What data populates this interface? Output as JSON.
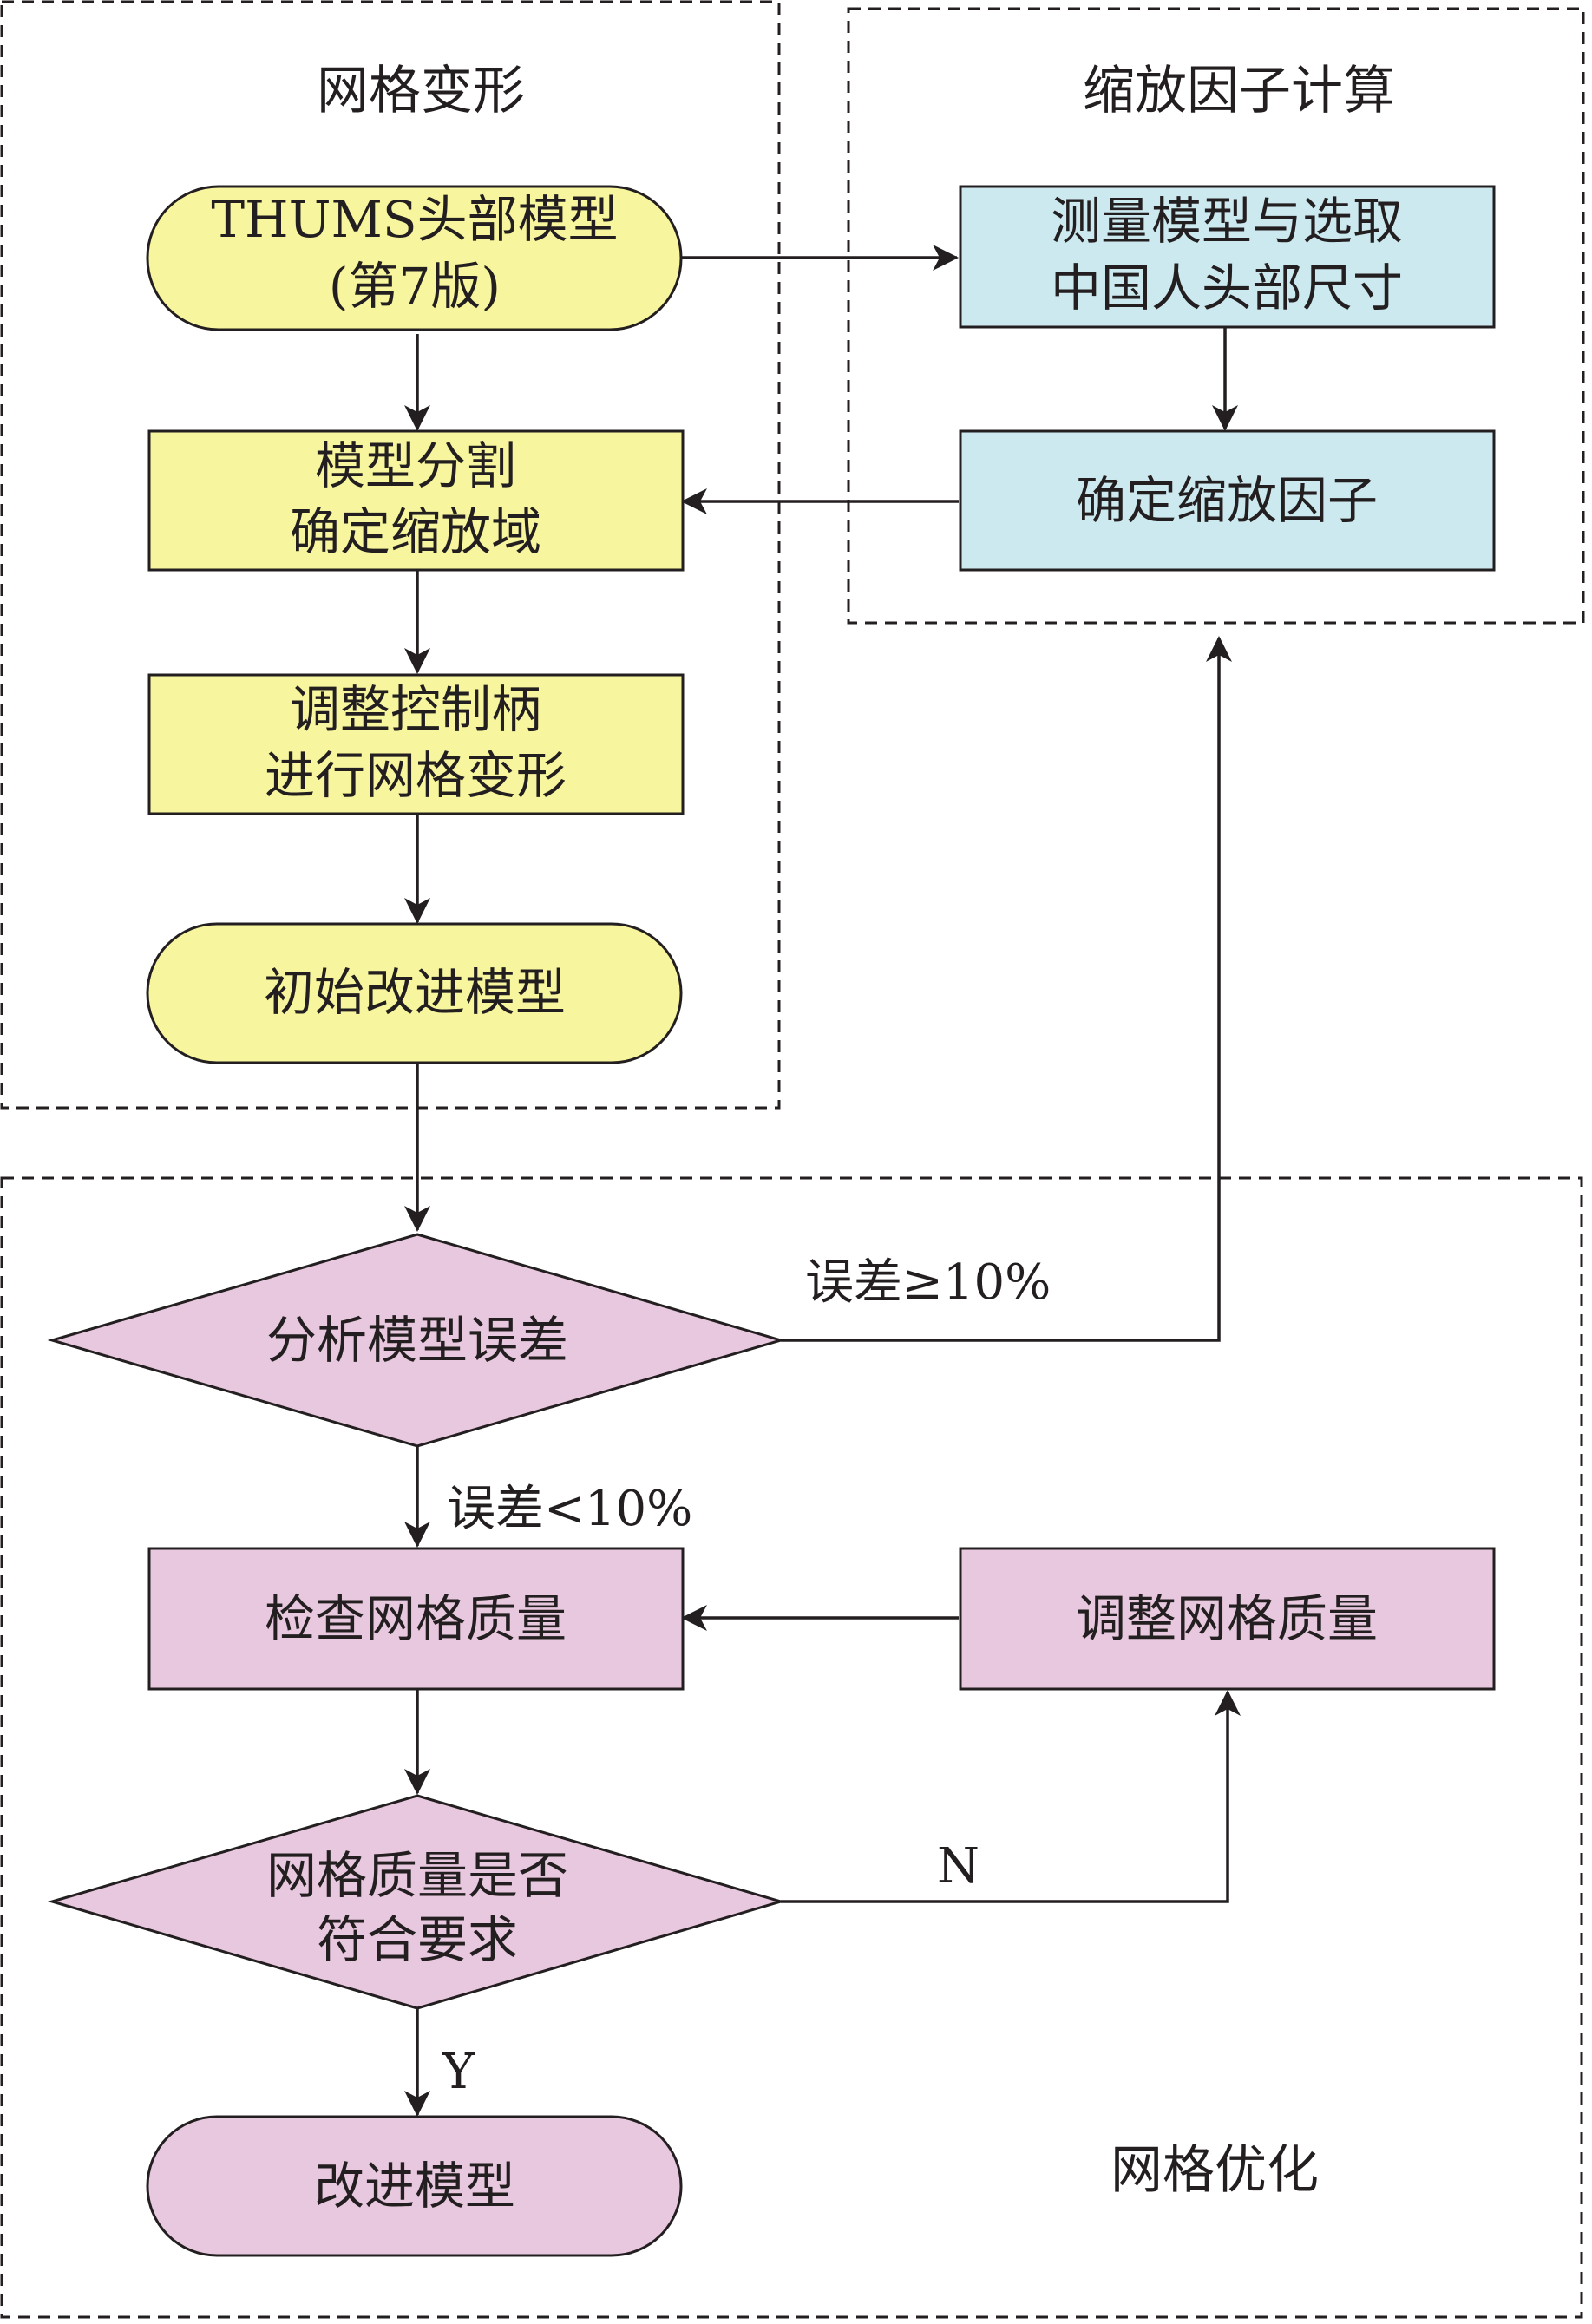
{
  "groups": {
    "mesh_deformation": "网格变形",
    "scaling_factor": "缩放因子计算",
    "mesh_optimization": "网格优化"
  },
  "nodes": {
    "thums_line1": "THUMS头部模型",
    "thums_line2": "(第7版)",
    "segment_line1": "模型分割",
    "segment_line2": "确定缩放域",
    "adjust_line1": "调整控制柄",
    "adjust_line2": "进行网格变形",
    "initial": "初始改进模型",
    "measure_line1": "测量模型与选取",
    "measure_line2": "中国人头部尺寸",
    "determine": "确定缩放因子",
    "analyze": "分析模型误差",
    "check": "检查网格质量",
    "quality_adjust": "调整网格质量",
    "quality_q_line1": "网格质量是否",
    "quality_q_line2": "符合要求",
    "final": "改进模型"
  },
  "edge_labels": {
    "error_high": "误差≥10%",
    "error_low": "误差<10%",
    "no": "N",
    "yes": "Y"
  },
  "colors": {
    "yellow_fill": "#f7f59e",
    "blue_fill": "#cce9ef",
    "pink_fill": "#e8c8de",
    "stroke": "#231f20"
  }
}
